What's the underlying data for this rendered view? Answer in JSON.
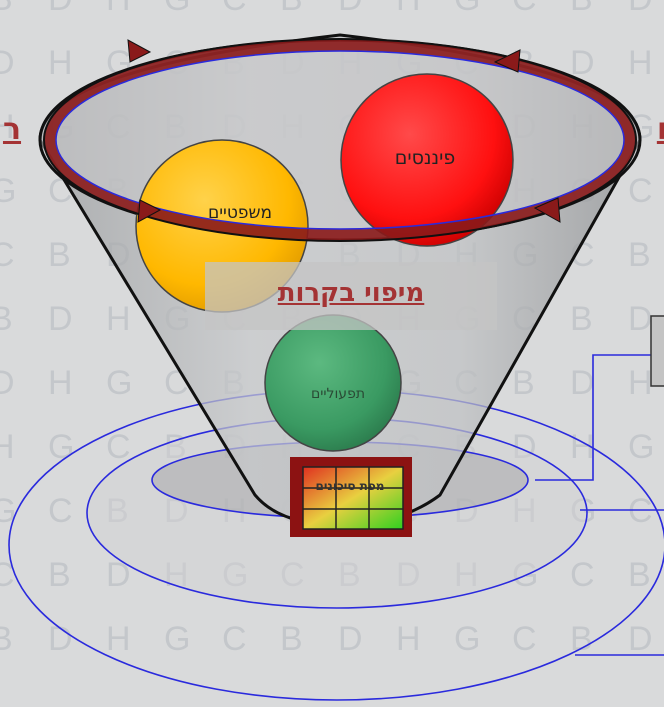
{
  "diagram": {
    "title": "מיפוי בקרות",
    "balls": {
      "finance": "פיננסים",
      "legal": "משפטיים",
      "operations": "תפעוליים"
    },
    "risk_matrix_label": "מפת סיכונים",
    "left_edge_text": "ר",
    "right_edge_text": "ו"
  },
  "colors": {
    "title": "#a43334",
    "finance_ball": "#ff1a1a",
    "legal_ball": "#ffbb00",
    "operations_ball": "#3a9a62",
    "ring_lines": "#2a2add",
    "cycle_arrows": "#8a1a1a"
  },
  "background_letters": [
    "B",
    "D",
    "H",
    "G",
    "C"
  ]
}
